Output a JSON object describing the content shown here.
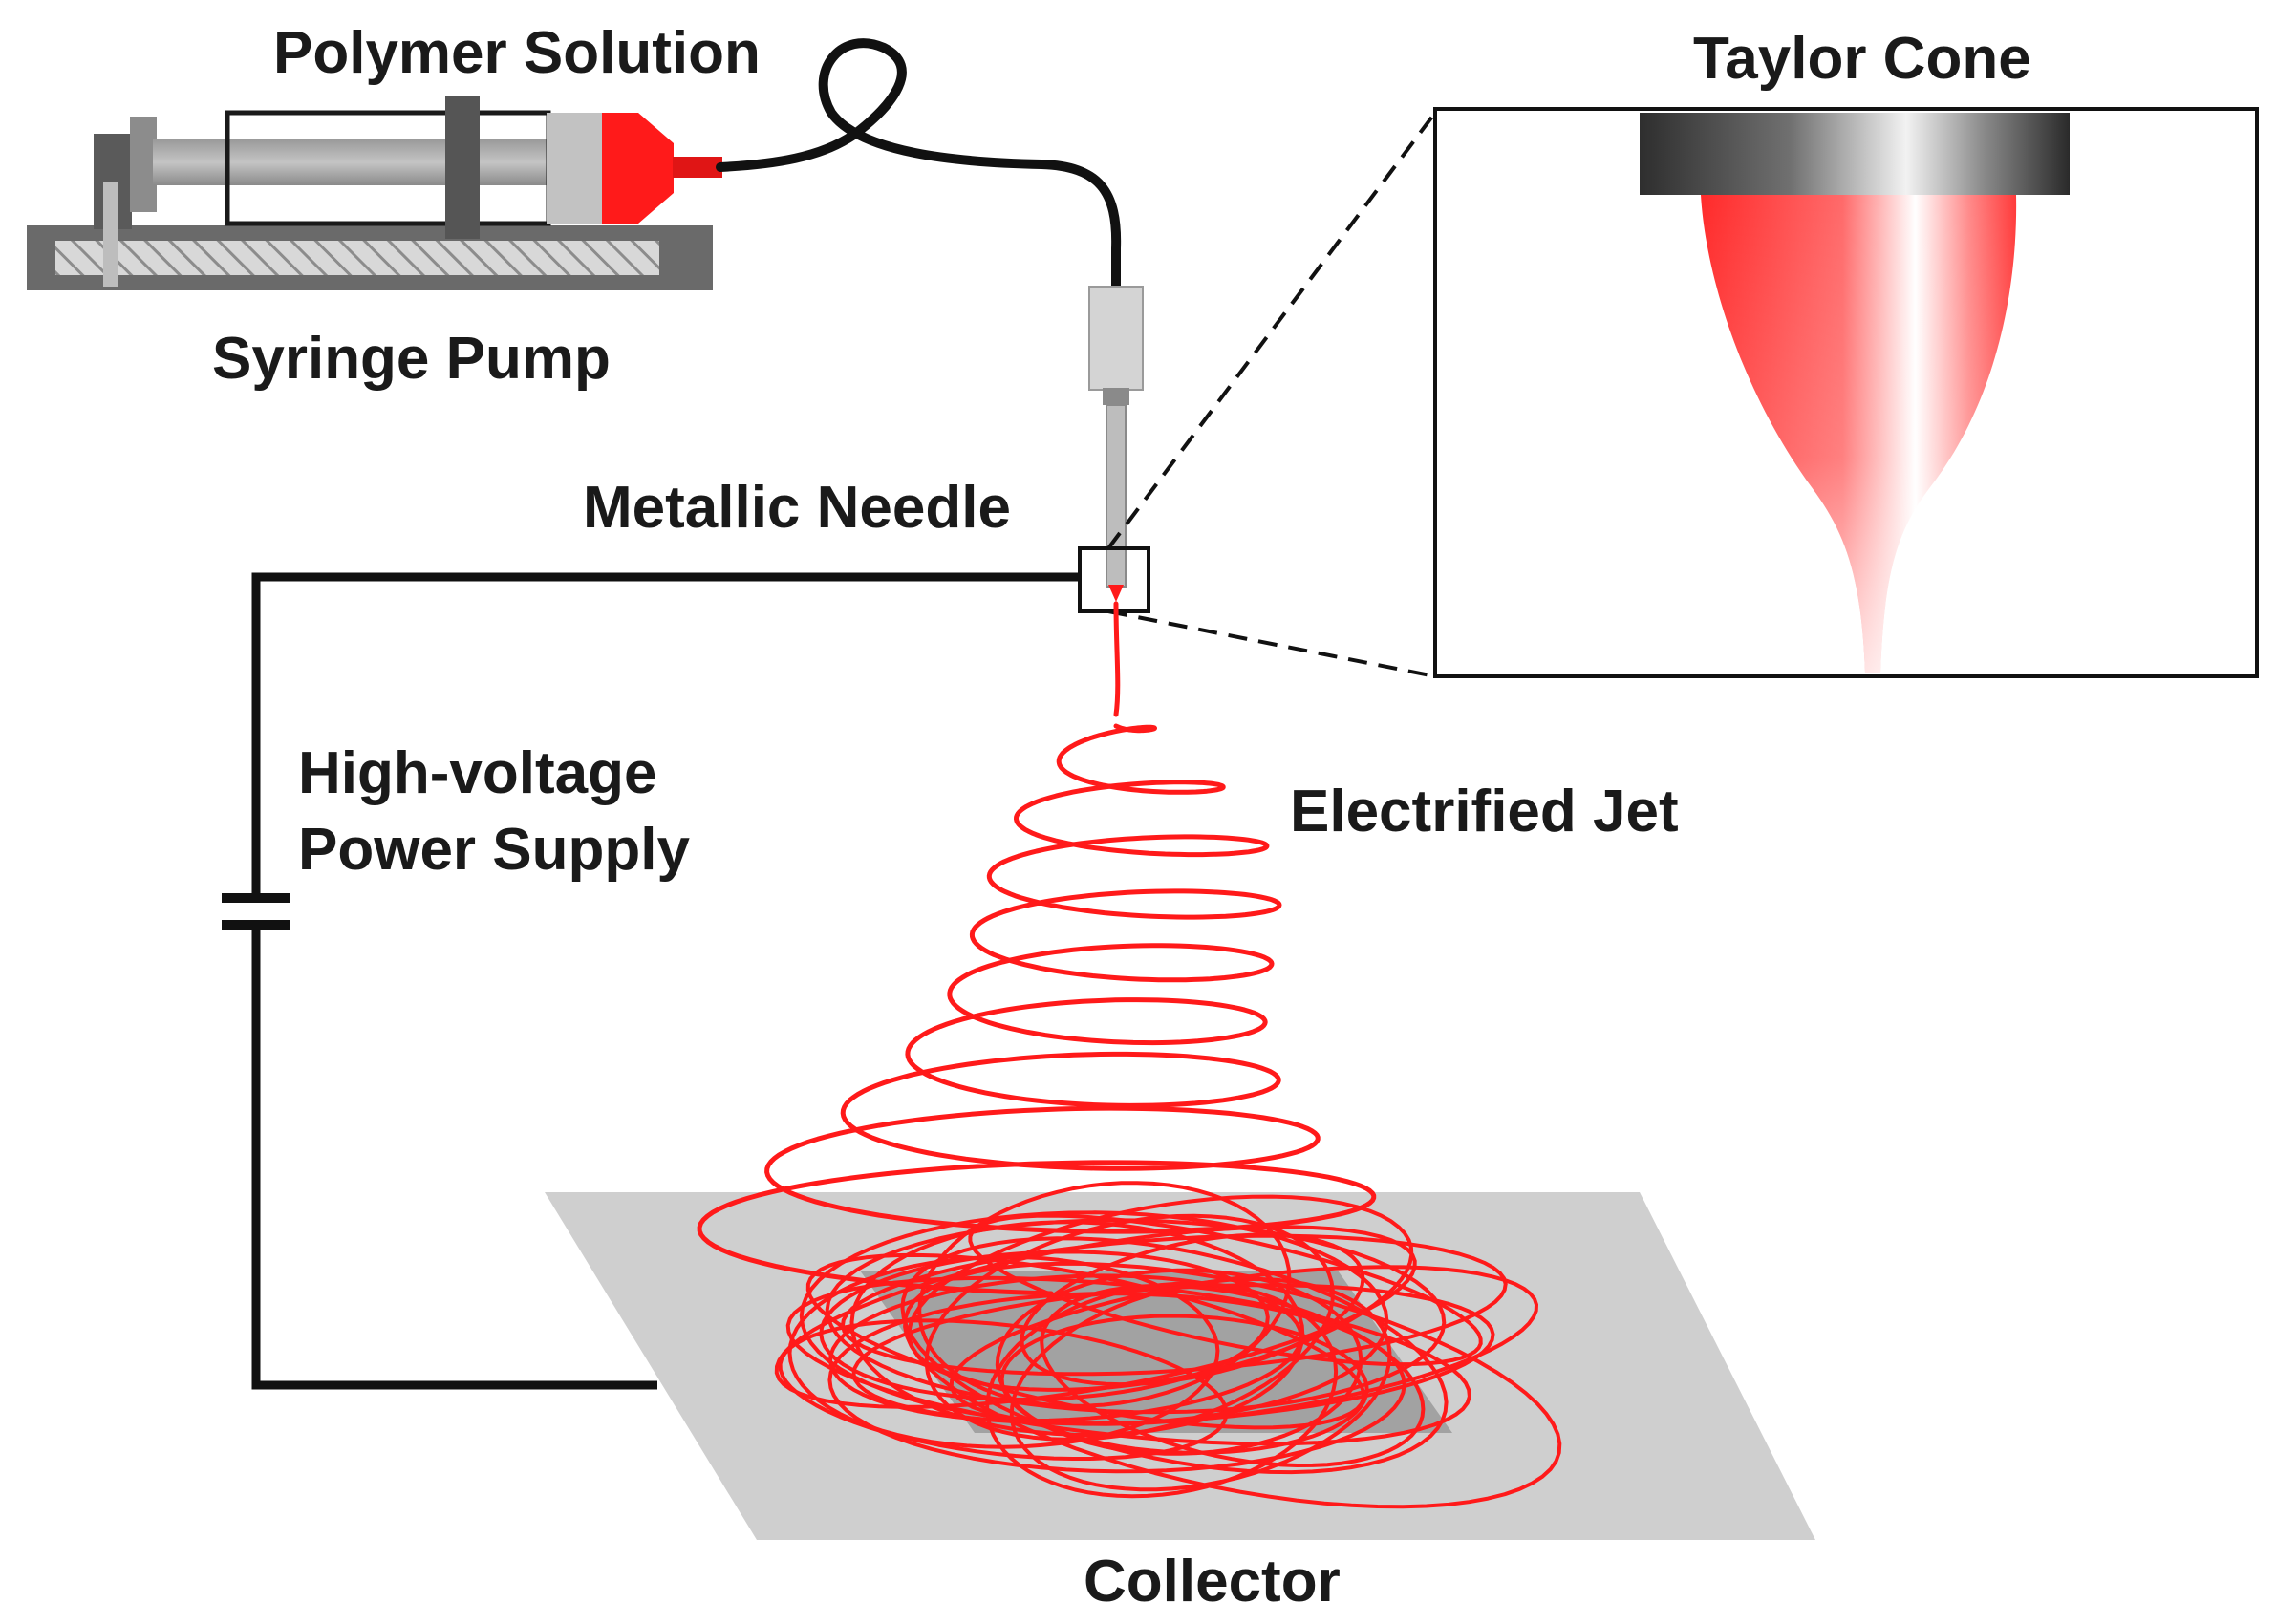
{
  "labels": {
    "polymer_solution": "Polymer Solution",
    "syringe_pump": "Syringe Pump",
    "metallic_needle": "Metallic Needle",
    "taylor_cone": "Taylor Cone",
    "high_voltage_line1": "High-voltage",
    "high_voltage_line2": "Power Supply",
    "electrified_jet": "Electrified Jet",
    "collector": "Collector"
  },
  "colors": {
    "polymer_red": "#ff1a1a",
    "wire": "#111111",
    "collector_plate": "#cfcfcf",
    "collector_shadow": "#9a9a9a",
    "pump_body": "#6e6e6e"
  }
}
